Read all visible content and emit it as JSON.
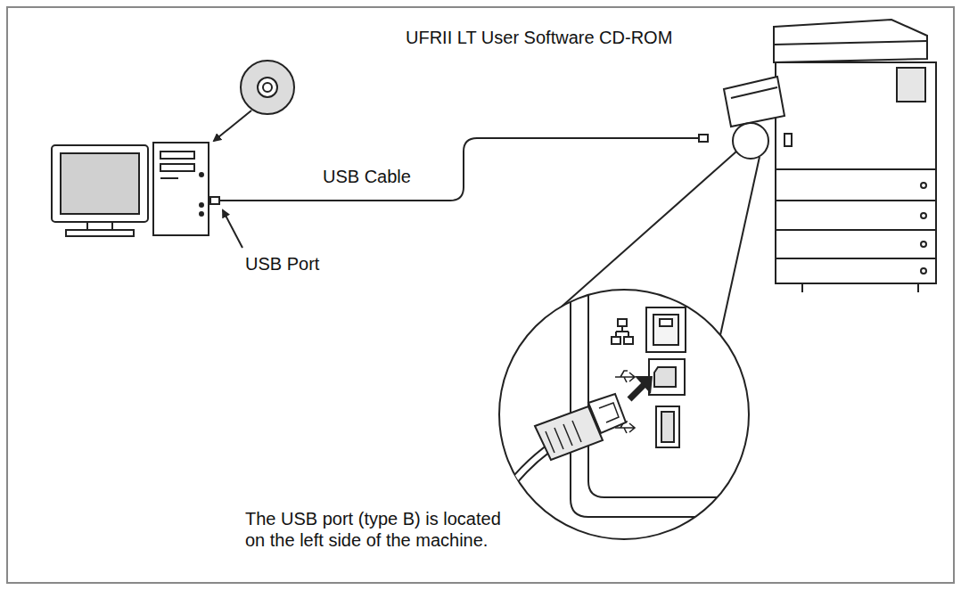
{
  "diagram": {
    "labels": [
      "UFRII LT User Software CD-ROM",
      "USB Cable",
      "USB Port",
      "The USB port (type B) is located on the left side of the machine."
    ]
  }
}
